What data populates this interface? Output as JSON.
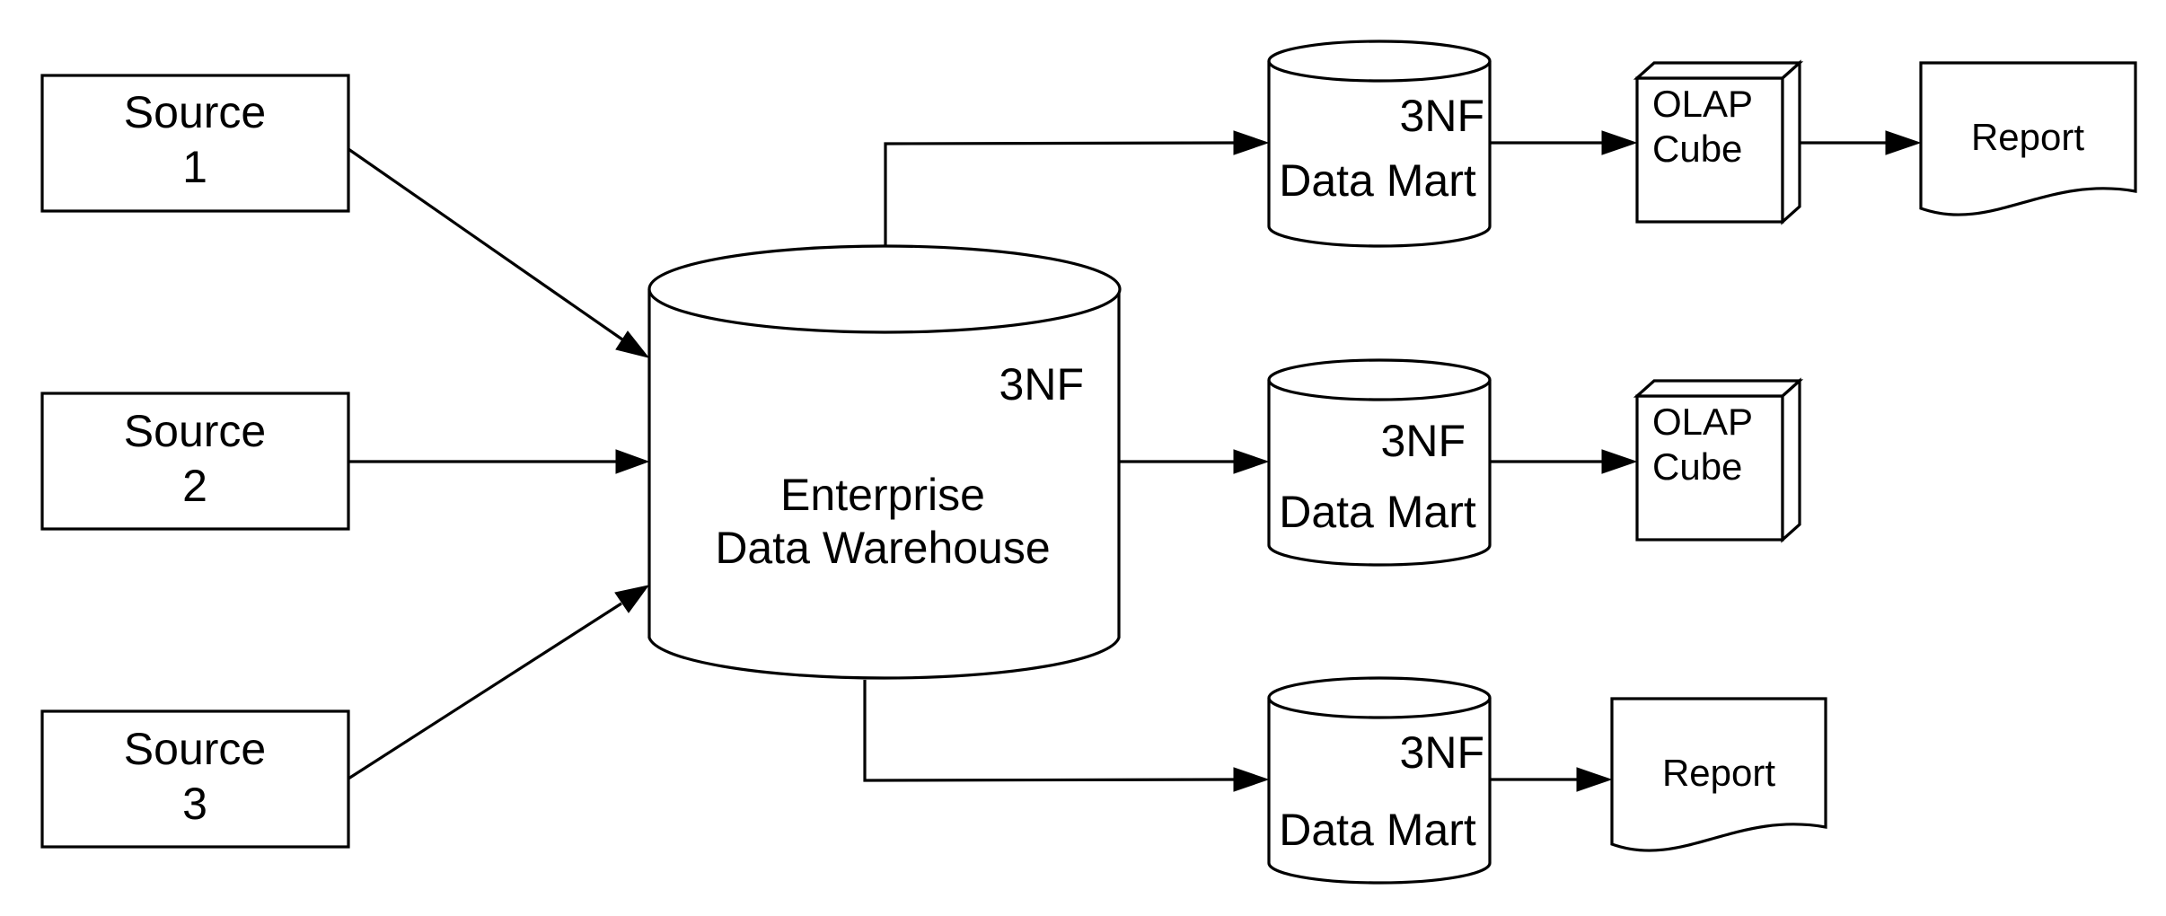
{
  "sources": [
    {
      "line1": "Source",
      "line2": "1"
    },
    {
      "line1": "Source",
      "line2": "2"
    },
    {
      "line1": "Source",
      "line2": "3"
    }
  ],
  "edw": {
    "tag": "3NF",
    "line1": "Enterprise",
    "line2": "Data Warehouse"
  },
  "marts": [
    {
      "tag": "3NF",
      "label": "Data Mart"
    },
    {
      "tag": "3NF",
      "label": "Data Mart"
    },
    {
      "tag": "3NF",
      "label": "Data Mart"
    }
  ],
  "cubes": [
    {
      "line1": "OLAP",
      "line2": "Cube"
    },
    {
      "line1": "OLAP",
      "line2": "Cube"
    }
  ],
  "reports": [
    {
      "label": "Report"
    },
    {
      "label": "Report"
    }
  ]
}
